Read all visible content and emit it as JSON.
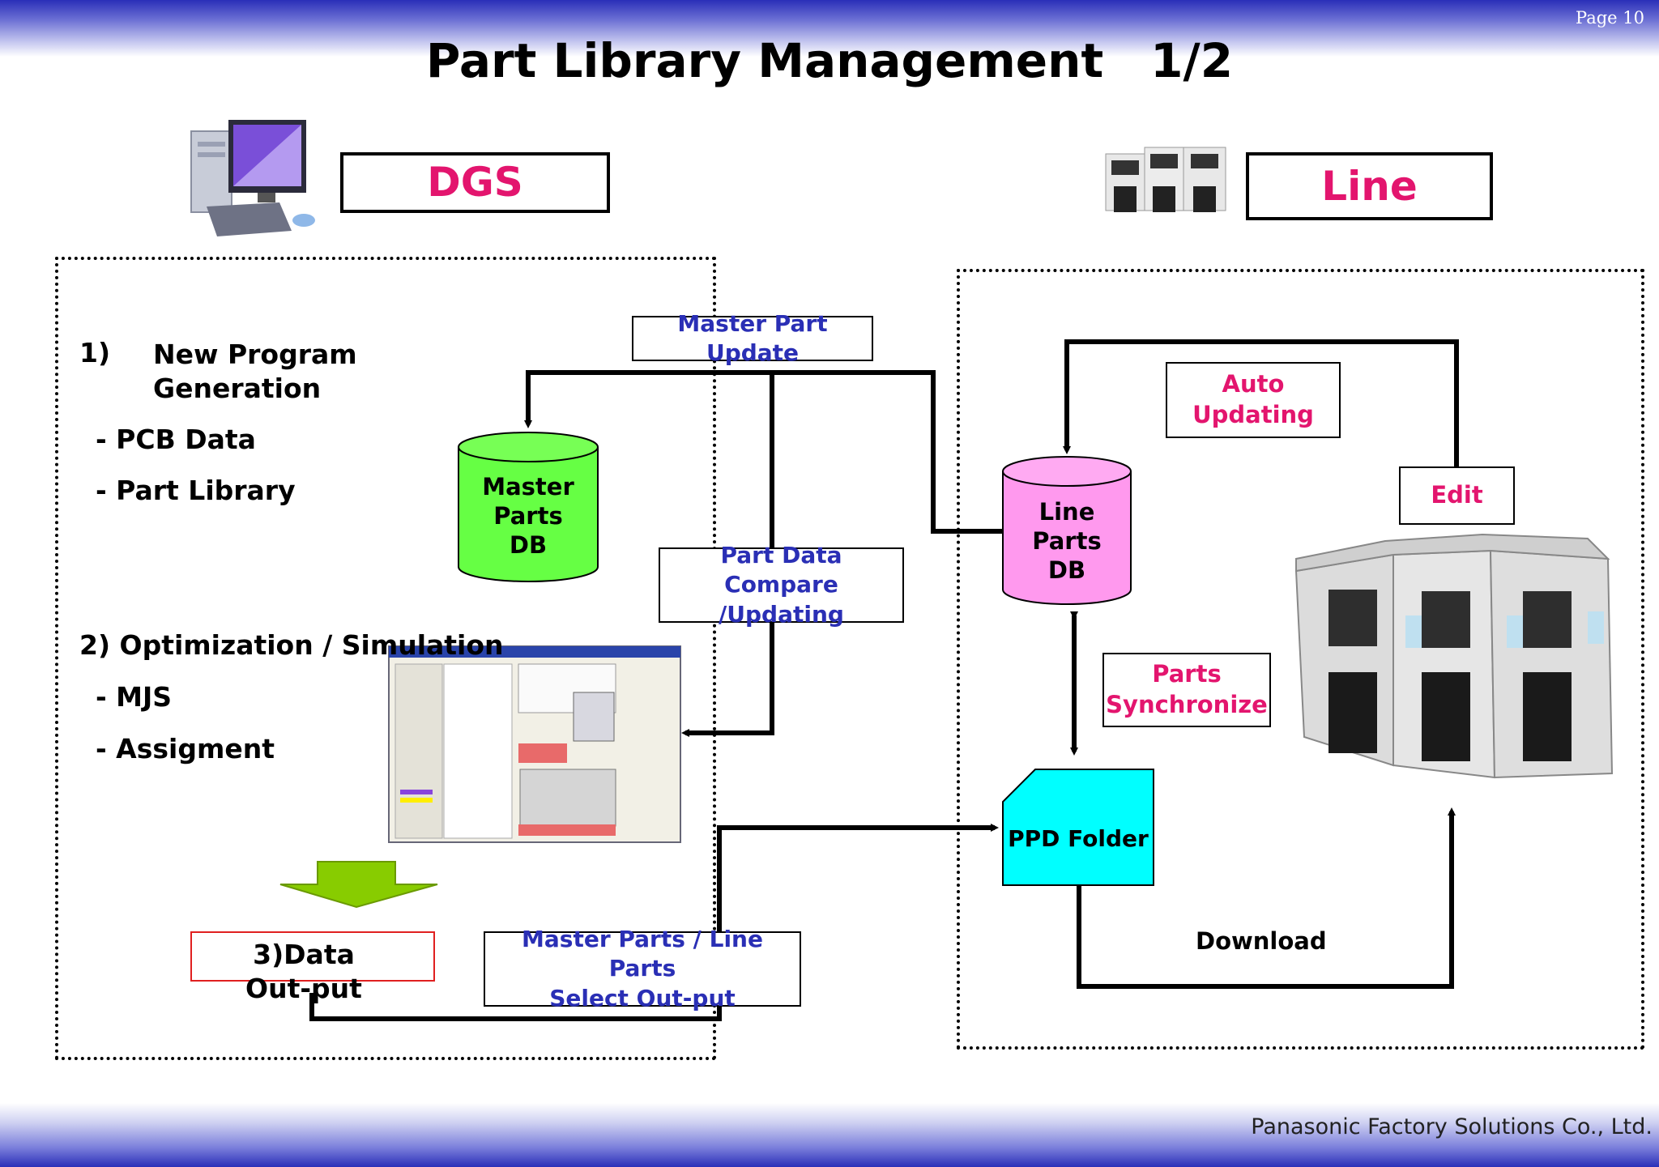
{
  "header": {
    "title": "Part Library Management　1/2",
    "page_number": "Page 10"
  },
  "footer": {
    "company": "Panasonic Factory Solutions Co., Ltd."
  },
  "dgs": {
    "label": "DGS",
    "steps": {
      "step1_number": "1)",
      "step1_title_line1": "New Program",
      "step1_title_line2": "Generation",
      "step1_item1": "- PCB Data",
      "step1_item2": "- Part Library",
      "step2_title": "2) Optimization / Simulation",
      "step2_item1": "- MJS",
      "step2_item2": "- Assigment",
      "step3_label": "3)Data Out-put"
    },
    "master_db": [
      "Master",
      "Parts",
      "DB"
    ]
  },
  "line": {
    "label": "Line",
    "line_db": [
      "Line",
      "Parts",
      "DB"
    ],
    "ppd_folder": "PPD Folder",
    "auto_updating": [
      "Auto",
      "Updating"
    ],
    "edit": "Edit",
    "parts_synchronize": [
      "Parts",
      "Synchronize"
    ],
    "download": "Download"
  },
  "connectors": {
    "master_part_update": "Master Part Update",
    "part_data_compare": [
      "Part Data",
      "Compare /Updating"
    ],
    "master_line_select": [
      "Master Parts / Line Parts",
      "Select Out-put"
    ]
  },
  "colors": {
    "master_db": "#66ff44",
    "line_db": "#ff99ee",
    "ppd_folder": "#00ffff",
    "label_blue": "#2a2fb5",
    "label_pink": "#e3156e",
    "arrow_green": "#88cc00"
  }
}
